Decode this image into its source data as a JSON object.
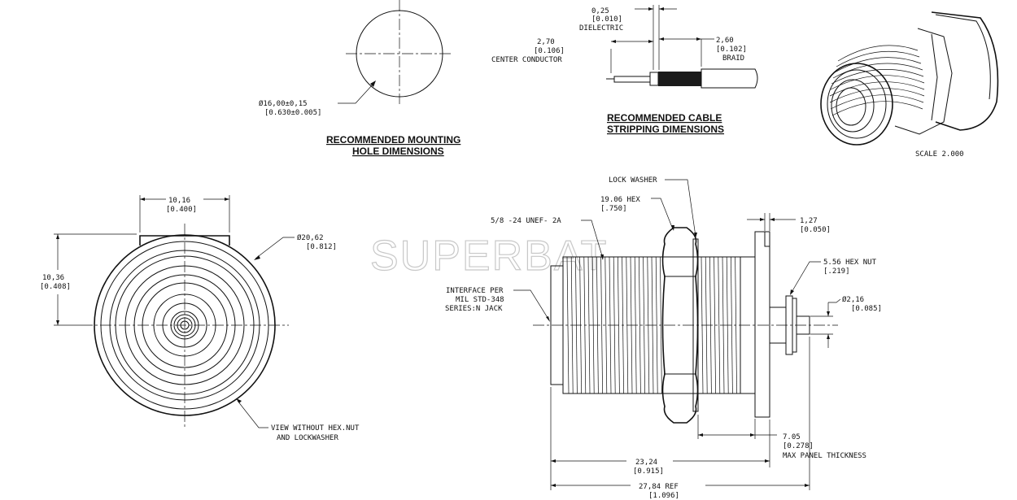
{
  "watermark": "SUPERBAT",
  "headings": {
    "mounting_line1": "RECOMMENDED MOUNTING",
    "mounting_line2": "HOLE DIMENSIONS",
    "stripping_line1": "RECOMMENDED CABLE",
    "stripping_line2": "STRIPPING DIMENSIONS"
  },
  "mounting_hole": {
    "dia_mm": "Ø16,00±0,15",
    "dia_in": "[0.630±0.005]"
  },
  "stripping": {
    "dielectric_mm": "0,25",
    "dielectric_in": "[0.010]",
    "dielectric_label": "DIELECTRIC",
    "center_mm": "2,70",
    "center_in": "[0.106]",
    "center_label": "CENTER CONDUCTOR",
    "braid_mm": "2,60",
    "braid_in": "[0.102]",
    "braid_label": "BRAID"
  },
  "scale_label": "SCALE  2.000",
  "front_view": {
    "width_mm": "10,16",
    "width_in": "[0.400]",
    "height_mm": "10,36",
    "height_in": "[0.408]",
    "dia_mm": "Ø20,62",
    "dia_in": "[0.812]",
    "note_line1": "VIEW WITHOUT HEX.NUT",
    "note_line2": "AND LOCKWASHER"
  },
  "side_view": {
    "lock_washer": "LOCK WASHER",
    "hex_mm": "19.06 HEX",
    "hex_in": "[.750]",
    "thread": "5/8 -24 UNEF- 2A",
    "interface_line1": "INTERFACE PER",
    "interface_line2": "MIL STD-348",
    "interface_line3": "SERIES:N JACK",
    "flange_mm": "1,27",
    "flange_in": "[0.050]",
    "small_hex_mm": "5.56 HEX NUT",
    "small_hex_in": "[.219]",
    "pin_dia_mm": "Ø2,16",
    "pin_dia_in": "[0.085]",
    "panel_mm": "7.05",
    "panel_in": "[0.278]",
    "panel_label": "MAX PANEL THICKNESS",
    "len1_mm": "23,24",
    "len1_in": "[0.915]",
    "len2_mm": "27,84  REF",
    "len2_in": "[1.096]"
  }
}
